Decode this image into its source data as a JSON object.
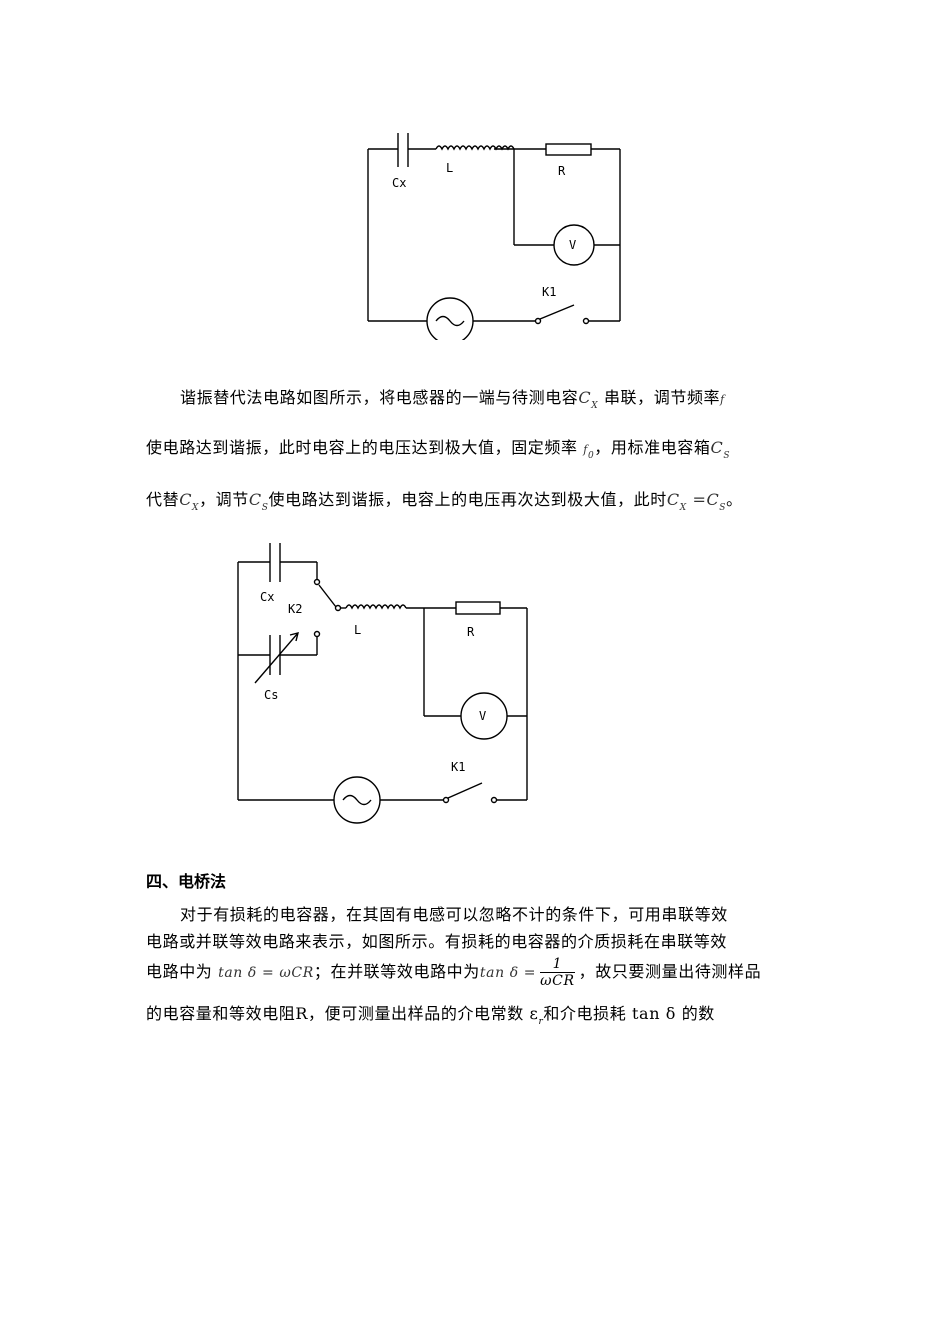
{
  "fig1": {
    "labels": {
      "cx": "Cx",
      "l": "L",
      "r": "R",
      "v": "V",
      "k1": "K1"
    }
  },
  "fig2": {
    "labels": {
      "cx": "Cx",
      "k2": "K2",
      "l": "L",
      "r": "R",
      "cs": "Cs",
      "v": "V",
      "k1": "K1"
    }
  },
  "para1": {
    "l1a": "谐振替代法电路如图所示，将电感器的一端与待测电容",
    "l1b": "串联，调节频率",
    "l2a": "使电路达到谐振，此时电容上的电压达到极大值，固定频率",
    "l2b": "，用标准电容箱",
    "l3a": "代替",
    "l3b": "，调节",
    "l3c": "使电路达到谐振，电容上的电压再次达到极大值，此时",
    "l3d": "。",
    "sym_cx": "C",
    "sub_x": "X",
    "sym_f": "f",
    "sym_f0": "f",
    "sub_0": "0",
    "sym_cs": "C",
    "sub_s": "S",
    "eq": "="
  },
  "section4": {
    "heading": "四、电桥法",
    "l1": "对于有损耗的电容器，在其固有电感可以忽略不计的条件下，可用串联等效",
    "l2": "电路或并联等效电路来表示，如图所示。有损耗的电容器的介质损耗在串联等效",
    "l3a": "电路中为",
    "tan_series": "tan δ = ωCR",
    "l3b": "；在并联等效电路中为",
    "tan_parallel_lhs": "tan δ =",
    "frac_num": "1",
    "frac_den": "ωCR",
    "l3c": "，故只要测量出待测样品",
    "l4": "的电容量和等效电阻R，便可测量出样品的介电常数 ε",
    "l4_sub": "r",
    "l4b": "和介电损耗 tan  δ 的数"
  }
}
